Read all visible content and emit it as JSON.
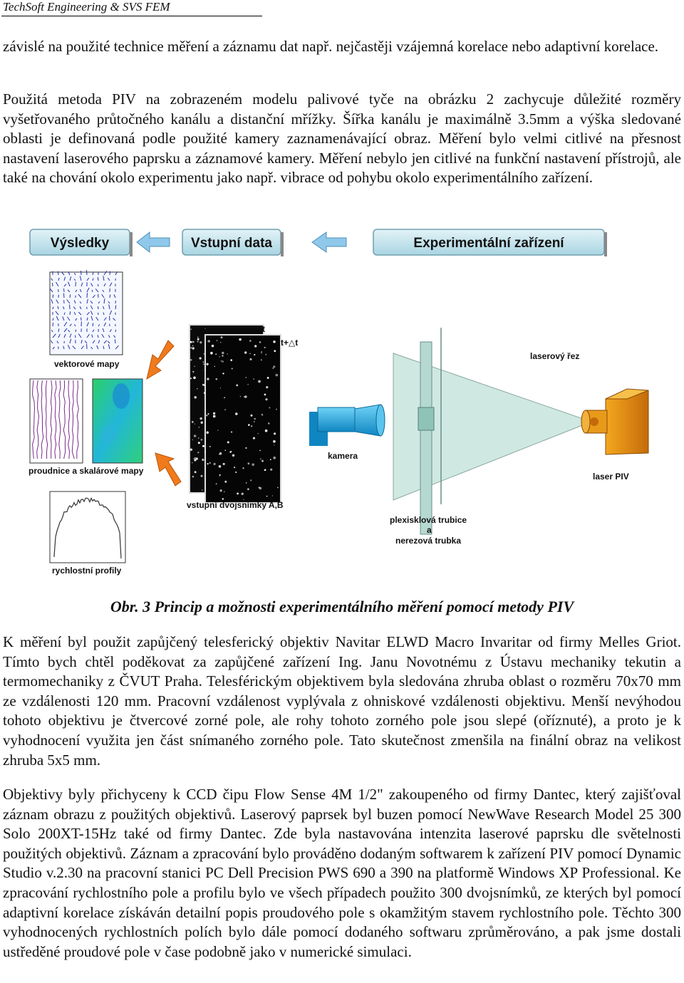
{
  "header": {
    "title": "TechSoft Engineering & SVS FEM"
  },
  "paragraphs": {
    "p1": "závislé na použité technice měření a záznamu dat např. nejčastěji vzájemná korelace nebo adaptivní korelace.",
    "p2": "Použitá metoda PIV na zobrazeném modelu palivové tyče na obrázku 2 zachycuje důležité rozměry vyšetřovaného průtočného kanálu a distanční mřížky. Šířka kanálu je maximálně 3.5mm a výška sledované oblasti je definovaná podle použité kamery zaznamenávající obraz. Měření bylo velmi citlivé na přesnost nastavení laserového paprsku a záznamové kamery. Měření nebylo jen citlivé na funkční nastavení přístrojů, ale také na chování okolo experimentu jako např. vibrace od pohybu okolo experimentálního zařízení.",
    "p3": "K měření byl použit zapůjčený telesferický objektiv Navitar ELWD Macro Invaritar od firmy Melles Griot. Tímto bych chtěl poděkovat za zapůjčené zařízení Ing. Janu Novotnému z Ústavu mechaniky tekutin a termomechaniky z ČVUT Praha. Telesférickým objektivem byla sledována zhruba oblast o rozměru 70x70 mm ze vzdálenosti 120 mm. Pracovní vzdálenost vyplývala z ohniskové vzdálenosti objektivu. Menší nevýhodou tohoto objektivu je čtvercové zorné pole, ale rohy tohoto zorného pole jsou slepé (oříznuté), a proto je k vyhodnocení využita jen část snímaného zorného pole. Tato skutečnost zmenšila na finální obraz na velikost zhruba 5x5 mm.",
    "p4": "Objektivy byly přichyceny k CCD čipu Flow Sense 4M 1/2\" zakoupeného od firmy Dantec, který zajišťoval záznam obrazu z použitých objektivů. Laserový paprsek byl buzen pomocí NewWave Research Model 25 300 Solo 200XT-15Hz také od firmy Dantec. Zde byla nastavována intenzita laserové paprsku dle světelnosti použitých objektivů. Záznam a zpracování bylo prováděno dodaným softwarem k zařízení PIV pomocí Dynamic Studio v.2.30 na pracovní stanici PC Dell Precision PWS 690 a 390 na platformě Windows XP Professional. Ke zpracování rychlostního pole a profilu bylo ve všech případech použito 300 dvojsnímků, ze kterých byl pomocí adaptivní korelace získáván detailní popis proudového pole s okamžitým stavem rychlostního pole. Těchto 300 vyhodnocených rychlostních polích bylo dále pomocí dodaného softwaru zprůměrováno, a pak jsme dostali ustředěné proudové pole v čase podobně jako v numerické simulaci."
  },
  "figure": {
    "boxes": {
      "results": "Výsledky",
      "input": "Vstupní data",
      "setup": "Experimentální zařízení"
    },
    "labels": {
      "vector_maps": "vektorové mapy",
      "streamlines": "proudnice a skalárové mapy",
      "profiles": "rychlostní profily",
      "input_pairs": "vstupní dvojsnímky A,B",
      "t": "t",
      "t_dt": "t+△t",
      "camera": "kamera",
      "laser_sheet": "laserový řez",
      "laser": "laser PIV",
      "plexi_1": "plexisklová trubice",
      "plexi_2": "a",
      "plexi_3": "nerezová trubka"
    },
    "colors": {
      "box_fill": "#c7e6ee",
      "arrow_blue": "#8fc8ea",
      "arrow_orange": "#f07a1c",
      "laser_body": "#e79a1a",
      "camera": "#1aa9e6",
      "sheet": "#cfe8e2"
    },
    "caption": "Obr. 3 Princip a možnosti experimentálního měření pomocí metody PIV"
  }
}
